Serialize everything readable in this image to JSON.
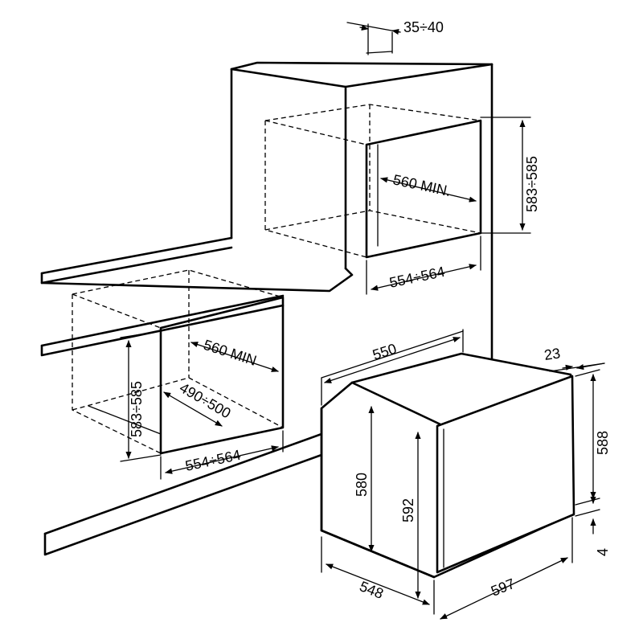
{
  "labels": {
    "top_clearance": "35÷40",
    "upper_height": "583÷585",
    "upper_depth": "560 MIN.",
    "upper_width": "554÷564",
    "lower_height": "583÷585",
    "lower_depth": "560 MIN",
    "lower_diag": "490÷500",
    "lower_width": "554÷564",
    "oven_depth_top": "550",
    "front_thickness": "23",
    "front_height": "588",
    "body_height": "580",
    "overall_height": "592",
    "base_gap": "4",
    "body_width": "548",
    "front_width": "597"
  }
}
